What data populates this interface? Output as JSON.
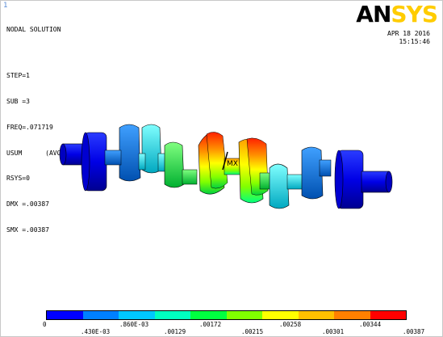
{
  "window_number": "1",
  "header": {
    "title": "NODAL SOLUTION",
    "lines": [
      "STEP=1",
      "SUB =3",
      "FREQ=.071719",
      "USUM      (AVG)",
      "RSYS=0",
      "DMX =.00387",
      "SMX =.00387"
    ]
  },
  "logo": {
    "part_a": "AN",
    "part_b": "SYS"
  },
  "datetime": {
    "date": "APR 18 2016",
    "time": "15:15:46"
  },
  "legend": {
    "colors": [
      "#0000ff",
      "#0080ff",
      "#00c8ff",
      "#00ffc0",
      "#00ff40",
      "#80ff00",
      "#ffff00",
      "#ffc000",
      "#ff8000",
      "#ff0000"
    ],
    "top_labels": [
      "0",
      ".860E-03",
      ".00172",
      ".00258",
      ".00344"
    ],
    "bottom_labels": [
      ".430E-03",
      ".00129",
      ".00215",
      ".00301",
      ".00387"
    ]
  },
  "model": {
    "kind": "crankshaft-mode-shape-contour"
  }
}
